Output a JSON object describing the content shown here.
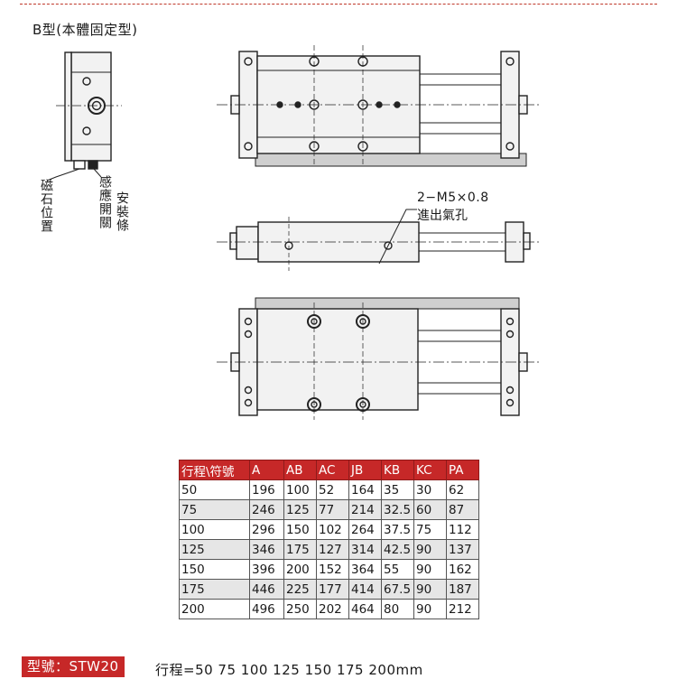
{
  "title": "B型(本體固定型)",
  "labels": {
    "magnet_position": "磁石位置",
    "sensor_line1": "感應開關",
    "sensor_line2": "安裝條",
    "port_note_line1": "2−M5×0.8",
    "port_note_line2": "進出氣孔"
  },
  "table": {
    "headers": [
      "行程\\符號",
      "A",
      "AB",
      "AC",
      "JB",
      "KB",
      "KC",
      "PA"
    ],
    "rows": [
      [
        "50",
        "196",
        "100",
        "52",
        "164",
        "35",
        "30",
        "62"
      ],
      [
        "75",
        "246",
        "125",
        "77",
        "214",
        "32.5",
        "60",
        "87"
      ],
      [
        "100",
        "296",
        "150",
        "102",
        "264",
        "37.5",
        "75",
        "112"
      ],
      [
        "125",
        "346",
        "175",
        "127",
        "314",
        "42.5",
        "90",
        "137"
      ],
      [
        "150",
        "396",
        "200",
        "152",
        "364",
        "55",
        "90",
        "162"
      ],
      [
        "175",
        "446",
        "225",
        "177",
        "414",
        "67.5",
        "90",
        "187"
      ],
      [
        "200",
        "496",
        "250",
        "202",
        "464",
        "80",
        "90",
        "212"
      ]
    ]
  },
  "footer": {
    "model_label": "型號：STW20",
    "stroke_text": "行程=50  75  100  125  150  175  200mm"
  },
  "colors": {
    "accent": "#c62828",
    "row_alt": "#e6e6e6",
    "line": "#222222",
    "part_fill": "#f2f2f2",
    "base_fill": "#cfcfcf"
  }
}
